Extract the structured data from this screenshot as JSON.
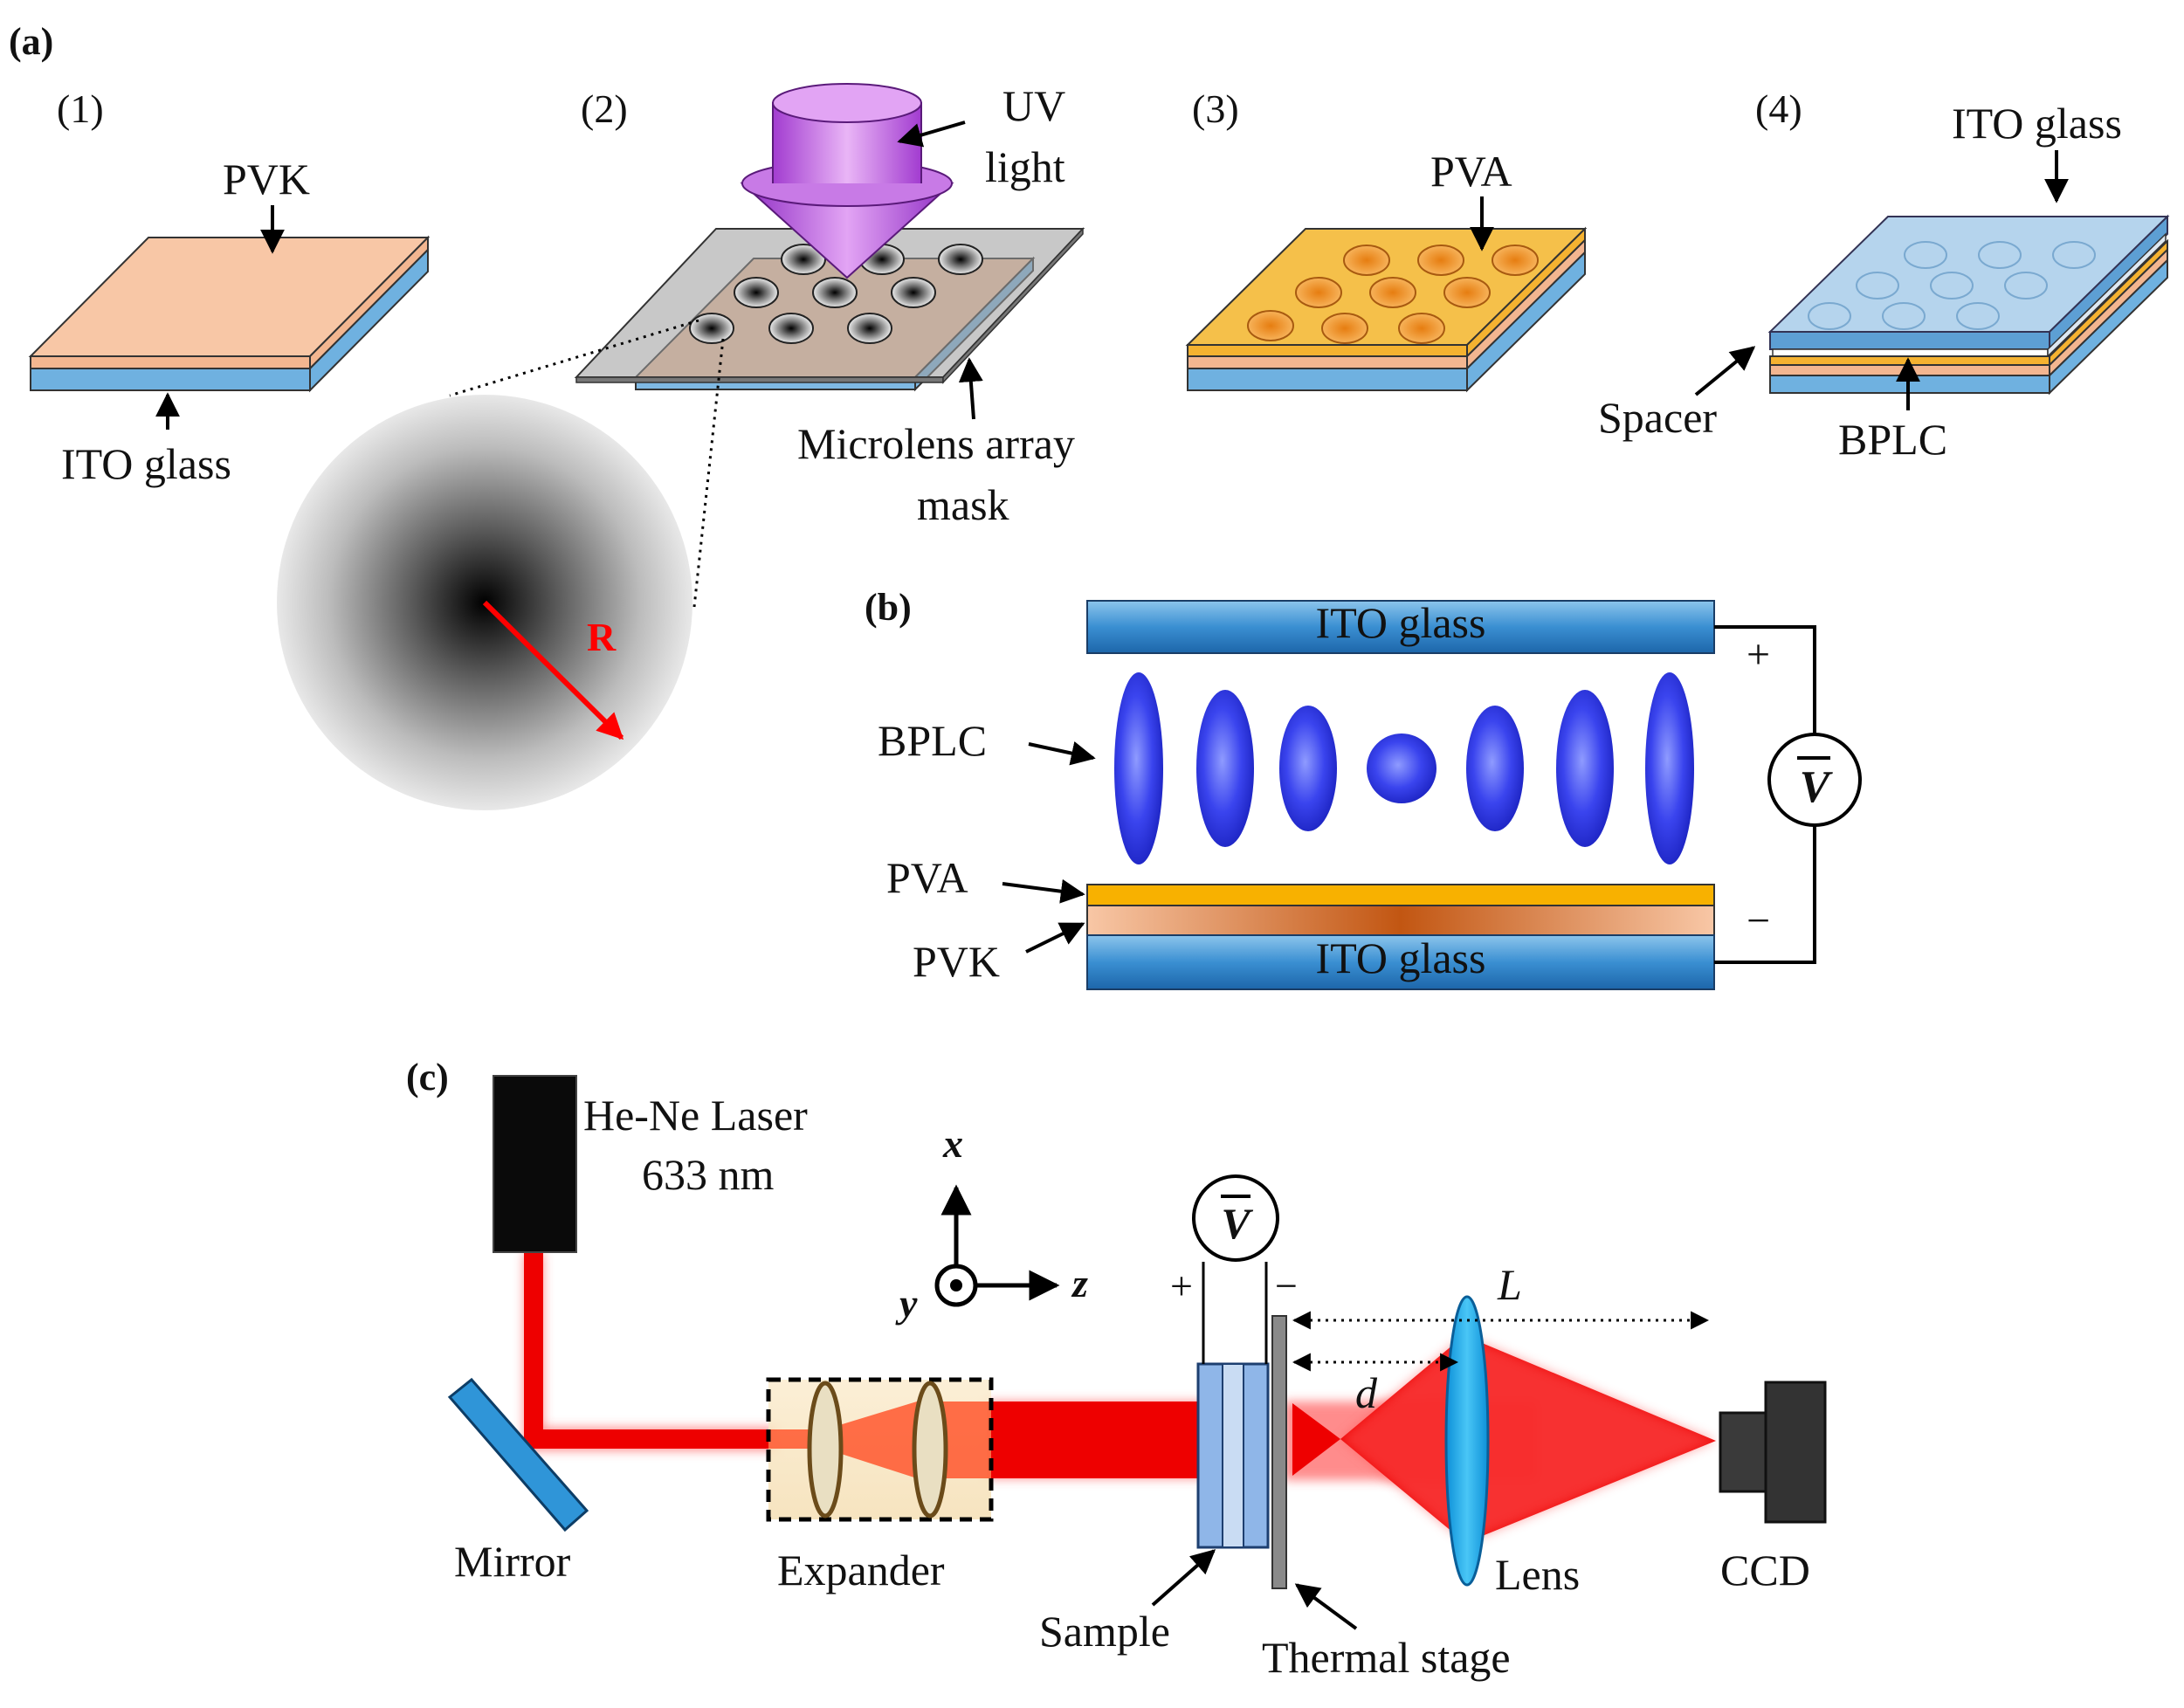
{
  "panels": {
    "a": "(a)",
    "b": "(b)",
    "c": "(c)"
  },
  "panel_a": {
    "steps": [
      "(1)",
      "(2)",
      "(3)",
      "(4)"
    ],
    "step1": {
      "top_layer": "PVK",
      "substrate": "ITO glass"
    },
    "step2": {
      "light_line1": "UV",
      "light_line2": "light",
      "mask_line1": "Microlens array",
      "mask_line2": "mask",
      "radius": "R"
    },
    "step3": {
      "top_layer": "PVA"
    },
    "step4": {
      "top_glass": "ITO glass",
      "spacer": "Spacer",
      "lc": "BPLC"
    }
  },
  "panel_b": {
    "top_glass": "ITO glass",
    "bottom_glass": "ITO glass",
    "lc": "BPLC",
    "pva": "PVA",
    "pvk": "PVK",
    "plus": "+",
    "minus": "−",
    "voltage": "V"
  },
  "panel_c": {
    "laser_line1": "He-Ne Laser",
    "laser_line2": "633 nm",
    "mirror": "Mirror",
    "expander": "Expander",
    "sample": "Sample",
    "stage": "Thermal stage",
    "lens": "Lens",
    "ccd": "CCD",
    "axis_x": "x",
    "axis_y": "y",
    "axis_z": "z",
    "dist_L": "L",
    "dist_d": "d",
    "plus": "+",
    "minus": "−",
    "voltage": "V"
  },
  "colors": {
    "ito_blue": "#3c8fd0",
    "pvk_peach": "#f6c4a4",
    "pva_gold": "#f5b230",
    "uv_purple": "#c86fe6",
    "laser_red": "#ee0000",
    "arrow_red": "#ff0000",
    "lc_blue": "#2f3de8"
  }
}
